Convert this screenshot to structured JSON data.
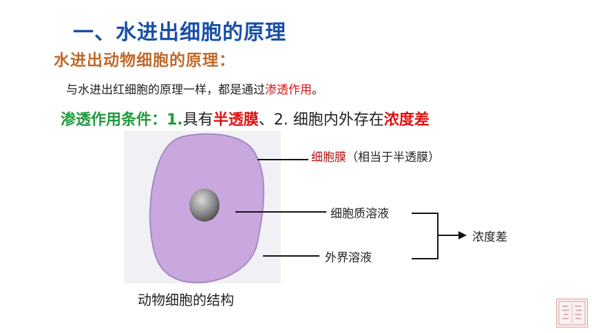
{
  "title": "一、水进出细胞的原理",
  "subtitle": "水进出动物细胞的原理：",
  "line1": {
    "text": "与水进出红细胞的原理一样，都是通过",
    "highlight": "渗透作用",
    "end": "。"
  },
  "line2": {
    "prefix": "渗透作用条件：1.",
    "part1_dark": "具有",
    "part1_red": "半透膜",
    "sep": "、",
    "part2_dark": "2. 细胞内外存在",
    "part2_red": "浓度差"
  },
  "labels": {
    "membrane_red": "细胞膜",
    "membrane_note": "（相当于半透膜）",
    "cytoplasm": "细胞质溶液",
    "outer": "外界溶液",
    "concentration": "浓度差"
  },
  "caption": "动物细胞的结构",
  "colors": {
    "title": "#1a4fa8",
    "subtitle": "#c0692a",
    "green": "#1f9a3a",
    "red": "#e01010",
    "cell_fill": "#c9a8df"
  },
  "icons": {
    "seal": "seal-stamp-icon"
  }
}
